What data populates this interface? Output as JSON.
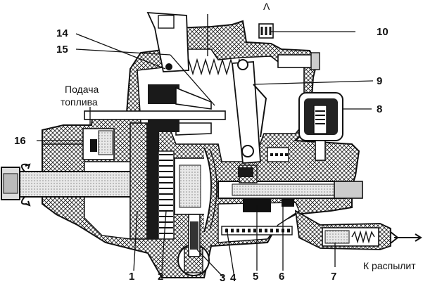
{
  "callouts": [
    {
      "id": "1",
      "text": "1"
    },
    {
      "id": "2",
      "text": "2"
    },
    {
      "id": "3",
      "text": "3"
    },
    {
      "id": "4",
      "text": "4"
    },
    {
      "id": "5",
      "text": "5"
    },
    {
      "id": "6",
      "text": "6"
    },
    {
      "id": "7",
      "text": "7"
    },
    {
      "id": "8",
      "text": "8"
    },
    {
      "id": "9",
      "text": "9"
    },
    {
      "id": "10",
      "text": "10"
    },
    {
      "id": "14",
      "text": "14"
    },
    {
      "id": "15",
      "text": "15"
    },
    {
      "id": "16",
      "text": "16"
    }
  ],
  "annotations": {
    "fuel_feed_line1": "Подача",
    "fuel_feed_line2": "топлива",
    "to_injector": "К распылит",
    "top_mark": "Λ"
  }
}
